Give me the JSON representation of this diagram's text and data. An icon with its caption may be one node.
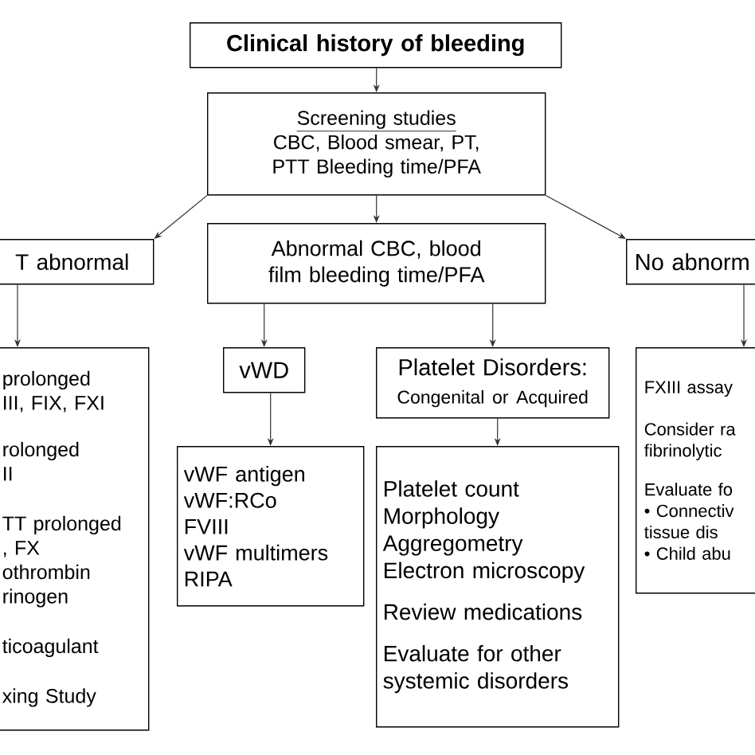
{
  "diagram": {
    "nodes": [
      {
        "text": [
          "Clinical history of bleeding"
        ]
      },
      {
        "text": [
          "Screening studies",
          "CBC, Blood smear, PT, PTT Bleeding time/PFA"
        ]
      },
      {
        "text": [
          "T abnormal"
        ]
      },
      {
        "text": [
          "Abnormal CBC, blood film bleeding time/PFA"
        ]
      },
      {
        "text": [
          "No abnorm"
        ]
      },
      {
        "text": [
          "prolonged",
          "III, FIX, FXI",
          "rolonged",
          "II",
          "TT prolonged",
          ", FX",
          "othrombin",
          "rinogen",
          "ticoagulant",
          "xing Study"
        ]
      },
      {
        "text": [
          "vWD"
        ]
      },
      {
        "text": [
          "vWF antigen",
          "vWF:RCo",
          "FVIII",
          "vWF multimers",
          "RIPA"
        ]
      },
      {
        "text": [
          "Platelet Disorders:",
          "Congenital or Acquired"
        ]
      },
      {
        "text": [
          "Platelet count",
          "Morphology",
          "Aggregometry",
          "Electron microscopy",
          "Review medications",
          "Evaluate for other systemic disorders"
        ]
      },
      {
        "text": [
          "FXIII assay",
          "Consider ra",
          "fibrinolytic",
          "Evaluate fo",
          "• Connectiv",
          "tissue dis",
          "• Child abu"
        ]
      }
    ],
    "edges": [
      {
        "from": 0,
        "to": 1,
        "arrow": "to"
      },
      {
        "from": 1,
        "to": 2,
        "arrow": "to"
      },
      {
        "from": 1,
        "to": 3,
        "arrow": "to"
      },
      {
        "from": 1,
        "to": 4,
        "arrow": "to"
      },
      {
        "from": 2,
        "to": 5,
        "arrow": "to"
      },
      {
        "from": 3,
        "to": 6,
        "arrow": "to"
      },
      {
        "from": 3,
        "to": 8,
        "arrow": "to"
      },
      {
        "from": 6,
        "to": 7,
        "arrow": "to"
      },
      {
        "from": 8,
        "to": 9,
        "arrow": "to"
      },
      {
        "from": 4,
        "to": 10,
        "arrow": "to"
      }
    ]
  }
}
